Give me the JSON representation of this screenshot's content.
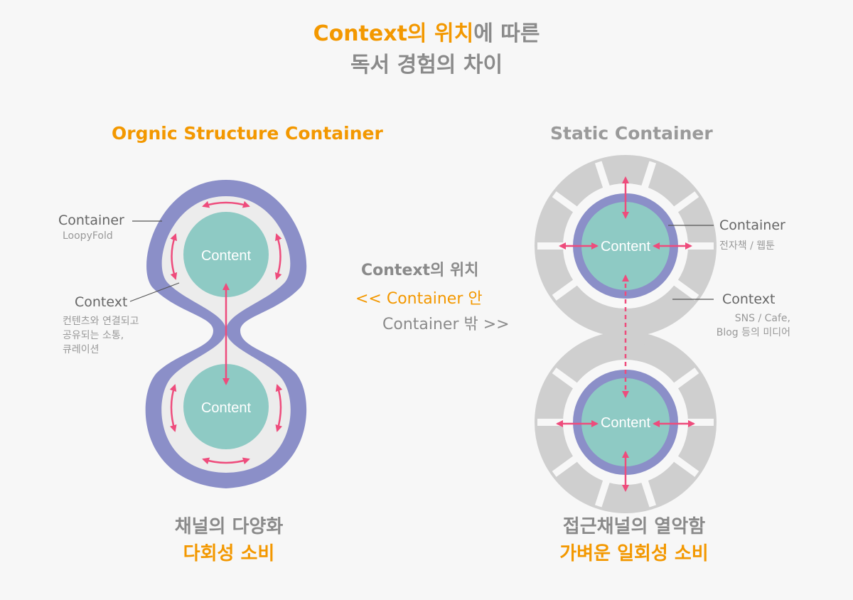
{
  "title": {
    "line1_highlight_a": "Context의",
    "line1_highlight_b": "위치",
    "line1_rest": "에 따른",
    "line2": "독서 경험의 차이"
  },
  "left": {
    "heading": "Orgnic Structure Container",
    "container_label": "Container",
    "container_sub": "LoopyFold",
    "context_label": "Context",
    "context_sub_lines": [
      "컨텐츠와 연결되고",
      "공유되는 소통,",
      "큐레이션"
    ],
    "content_top": "Content",
    "content_bottom": "Content",
    "bottom_line1": "채널의 다양화",
    "bottom_line2": "다회성 소비"
  },
  "center": {
    "heading": "Context의 위치",
    "inside": "<< Container 안",
    "outside": "Container 밖 >>"
  },
  "right": {
    "heading": "Static Container",
    "container_label": "Container",
    "container_sub": "전자책 / 웹툰",
    "context_label": "Context",
    "context_sub_lines": [
      "SNS / Cafe,",
      "Blog 등의 미디어"
    ],
    "content_top": "Content",
    "content_bottom": "Content",
    "bottom_line1": "접근채널의 열악함",
    "bottom_line2": "가벼운 일회성 소비"
  },
  "colors": {
    "orange": "#f39800",
    "container_ring": "#8b8fc8",
    "content_fill": "#8ecac4",
    "arrow": "#ee4c7c",
    "context_gray": "#cfcfcf",
    "inner_gray": "#ececec"
  }
}
